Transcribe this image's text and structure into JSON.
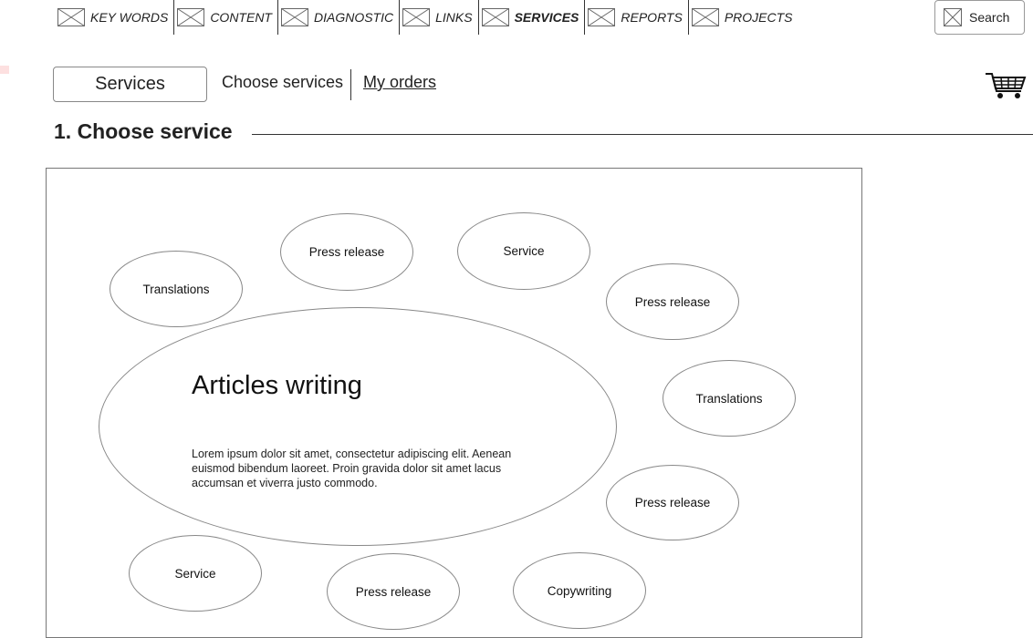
{
  "nav": {
    "items": [
      {
        "label": "KEY WORDS",
        "active": false
      },
      {
        "label": "CONTENT",
        "active": false
      },
      {
        "label": "DIAGNOSTIC",
        "active": false
      },
      {
        "label": "LINKS",
        "active": false
      },
      {
        "label": "SERVICES",
        "active": true
      },
      {
        "label": "REPORTS",
        "active": false
      },
      {
        "label": "PROJECTS",
        "active": false
      }
    ],
    "icon": "image-placeholder-icon"
  },
  "search": {
    "label": "Search",
    "icon": "image-placeholder-icon"
  },
  "subnav": {
    "services_label": "Services",
    "choose_services": "Choose services",
    "my_orders": "My orders"
  },
  "cart": {
    "icon": "shopping-cart-icon"
  },
  "section": {
    "title": "1. Choose service"
  },
  "featured": {
    "title": "Articles writing",
    "text": "Lorem ipsum dolor sit amet, consectetur adipiscing elit. Aenean euismod bibendum laoreet. Proin gravida dolor sit amet lacus accumsan et viverra justo commodo."
  },
  "bubbles": [
    {
      "label": "Translations"
    },
    {
      "label": "Press release"
    },
    {
      "label": "Service"
    },
    {
      "label": "Press release"
    },
    {
      "label": "Translations"
    },
    {
      "label": "Press release"
    },
    {
      "label": "Service"
    },
    {
      "label": "Press release"
    },
    {
      "label": "Copywriting"
    }
  ],
  "colors": {
    "border": "#888888",
    "text": "#222222",
    "background": "#ffffff"
  }
}
